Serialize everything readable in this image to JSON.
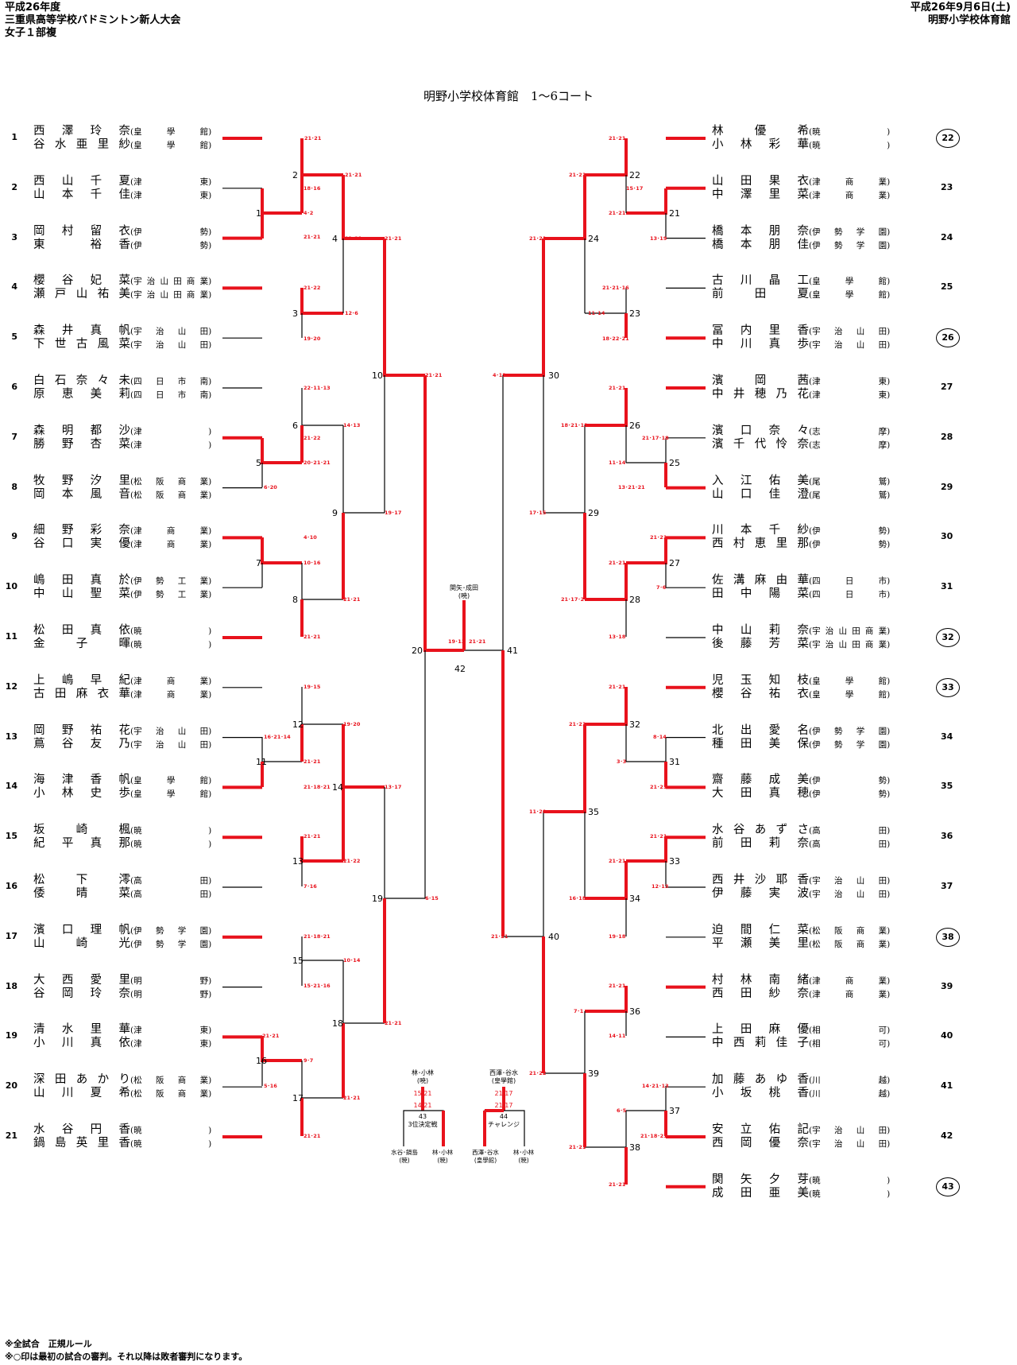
{
  "header": {
    "left": [
      "平成26年度",
      "三重県高等学校バドミントン新人大会",
      "女子１部複"
    ],
    "right": [
      "平成26年9月6日(土)",
      "明野小学校体育館"
    ]
  },
  "court_title": "明野小学校体育館　1～6コート",
  "left_entries": [
    {
      "no": "1",
      "p1": "西澤玲奈",
      "p2": "谷水亜里紗",
      "school": "皇學館"
    },
    {
      "no": "2",
      "p1": "西山千夏",
      "p2": "山本千佳",
      "school": "津東"
    },
    {
      "no": "3",
      "p1": "岡村留衣",
      "p2": "東　裕香",
      "school": "伊勢"
    },
    {
      "no": "4",
      "p1": "櫻谷妃菜",
      "p2": "瀬戸山祐美",
      "school": "宇治山田商業"
    },
    {
      "no": "5",
      "p1": "森井真帆",
      "p2": "下世古風菜",
      "school": "宇治山田"
    },
    {
      "no": "6",
      "p1": "白石奈々未",
      "p2": "原恵美莉",
      "school": "四日市南"
    },
    {
      "no": "7",
      "p1": "森明都沙",
      "p2": "勝野杏菜",
      "school": "津"
    },
    {
      "no": "8",
      "p1": "牧野汐里",
      "p2": "岡本風音",
      "school": "松阪商業"
    },
    {
      "no": "9",
      "p1": "細野彩奈",
      "p2": "谷口実優",
      "school": "津商業"
    },
    {
      "no": "10",
      "p1": "嶋田真於",
      "p2": "中山聖菜",
      "school": "伊勢工業"
    },
    {
      "no": "11",
      "p1": "松田真依",
      "p2": "金　子　暉",
      "school": "暁"
    },
    {
      "no": "12",
      "p1": "上嶋早紀",
      "p2": "古田麻衣華",
      "school": "津商業"
    },
    {
      "no": "13",
      "p1": "岡野祐花",
      "p2": "蔦谷友乃",
      "school": "宇治山田"
    },
    {
      "no": "14",
      "p1": "海津香帆",
      "p2": "小林史歩",
      "school": "皇學館"
    },
    {
      "no": "15",
      "p1": "坂崎楓",
      "p2": "紀平真那",
      "school": "暁"
    },
    {
      "no": "16",
      "p1": "松　下　澪",
      "p2": "倭　晴　菜",
      "school": "高田"
    },
    {
      "no": "17",
      "p1": "濱口理帆",
      "p2": "山　崎　光",
      "school": "伊勢学園"
    },
    {
      "no": "18",
      "p1": "大西愛里",
      "p2": "谷岡玲奈",
      "school": "明野"
    },
    {
      "no": "19",
      "p1": "清水里華",
      "p2": "小川真依",
      "school": "津東"
    },
    {
      "no": "20",
      "p1": "深田あかり",
      "p2": "山川夏希",
      "school": "松阪商業"
    },
    {
      "no": "21",
      "p1": "水谷円香",
      "p2": "鍋島英里香",
      "school": "暁"
    }
  ],
  "right_entries": [
    {
      "no": "22",
      "p1": "林　優　希",
      "p2": "小林彩華",
      "school": "暁",
      "seed": true
    },
    {
      "no": "23",
      "p1": "山田果衣",
      "p2": "中澤里菜",
      "school": "津商業"
    },
    {
      "no": "24",
      "p1": "橋本朋奈",
      "p2": "橋本朋佳",
      "school": "伊勢学園"
    },
    {
      "no": "25",
      "p1": "古川晶工",
      "p2": "前　田　夏",
      "school": "皇學館"
    },
    {
      "no": "26",
      "p1": "冨内里香",
      "p2": "中川真歩",
      "school": "宇治山田",
      "seed": true
    },
    {
      "no": "27",
      "p1": "濱　岡　茜",
      "p2": "中井穂乃花",
      "school": "津東"
    },
    {
      "no": "28",
      "p1": "濱口奈々",
      "p2": "濱千代怜奈",
      "school": "志摩"
    },
    {
      "no": "29",
      "p1": "入江佑美",
      "p2": "山口佳澄",
      "school": "尾鷲"
    },
    {
      "no": "30",
      "p1": "川本千紗",
      "p2": "西村恵里那",
      "school": "伊勢"
    },
    {
      "no": "31",
      "p1": "佐溝麻由華",
      "p2": "田中陽菜",
      "school": "四日市"
    },
    {
      "no": "32",
      "p1": "中山莉奈",
      "p2": "後藤芳菜",
      "school": "宇治山田商業",
      "seed": true
    },
    {
      "no": "33",
      "p1": "児玉知枝",
      "p2": "櫻谷祐衣",
      "school": "皇學館",
      "seed": true
    },
    {
      "no": "34",
      "p1": "北出愛名",
      "p2": "種田美保",
      "school": "伊勢学園"
    },
    {
      "no": "35",
      "p1": "齋藤成美",
      "p2": "大田真穂",
      "school": "伊勢"
    },
    {
      "no": "36",
      "p1": "水谷あずさ",
      "p2": "前田莉奈",
      "school": "高田"
    },
    {
      "no": "37",
      "p1": "西井沙耶香",
      "p2": "伊藤実波",
      "school": "宇治山田"
    },
    {
      "no": "38",
      "p1": "迫間仁菜",
      "p2": "平瀬美里",
      "school": "松阪商業",
      "seed": true
    },
    {
      "no": "39",
      "p1": "村林南緒",
      "p2": "西田紗奈",
      "school": "津商業"
    },
    {
      "no": "40",
      "p1": "上田麻優",
      "p2": "中西莉佳子",
      "school": "相可"
    },
    {
      "no": "41",
      "p1": "加藤あゆ香",
      "p2": "小坂桃香",
      "school": "川越"
    },
    {
      "no": "42",
      "p1": "安立佑記",
      "p2": "西岡優奈",
      "school": "宇治山田"
    },
    {
      "no": "43",
      "p1": "関矢夕芽",
      "p2": "成田亜美",
      "school": "暁",
      "seed": true
    }
  ],
  "match_numbers": [
    "1",
    "2",
    "3",
    "4",
    "5",
    "6",
    "7",
    "8",
    "9",
    "10",
    "11",
    "12",
    "13",
    "14",
    "15",
    "16",
    "17",
    "18",
    "19",
    "20",
    "21",
    "22",
    "23",
    "24",
    "25",
    "26",
    "27",
    "28",
    "29",
    "30",
    "31",
    "32",
    "33",
    "34",
    "35",
    "36",
    "37",
    "38",
    "39",
    "40",
    "41",
    "42"
  ],
  "scores": [
    "21･21",
    "21･21",
    "18･16",
    "4･2",
    "21･21",
    "21･21",
    "21･22",
    "12･6",
    "19･20",
    "21･21",
    "22･11･13",
    "14･13",
    "21･22",
    "20･21･21",
    "6･20",
    "19･17",
    "21･21",
    "4･10",
    "10･16",
    "21･21",
    "21･21",
    "19･13",
    "21･21",
    "19･15",
    "16･21･14",
    "19･20",
    "21･21",
    "21･18･21",
    "13･17",
    "21･21",
    "21･22",
    "7･16",
    "6･15",
    "21･18･21",
    "10･14",
    "15･21･16",
    "21･21",
    "21･21",
    "9･7",
    "5･16",
    "21･21",
    "21･21",
    "21･21",
    "21･21",
    "15･17",
    "21･21",
    "13･19",
    "21･21",
    "21･21･16",
    "11･14",
    "18･22･21",
    "4･19",
    "21･21",
    "18･21･19",
    "21･17･18",
    "11･14",
    "13･21･21",
    "17･15",
    "21･21",
    "21･21",
    "7･6",
    "21･17･21",
    "13･18",
    "21･21",
    "21･21",
    "8･14",
    "3･3",
    "21･21",
    "11･20",
    "21･21",
    "21･21",
    "16･18",
    "12･13",
    "19･18",
    "21･21",
    "21･21",
    "7･1",
    "14･11",
    "21･22",
    "14･21･13",
    "6･5",
    "21･18･21",
    "21･21",
    "21･21"
  ],
  "final": {
    "winner": "関矢･成田",
    "winner_school": "(暁)",
    "score": "19･13 21･21"
  },
  "third_place": {
    "top": "林･小林",
    "top_school": "(暁)",
    "scores": [
      "15",
      "21",
      "14",
      "21"
    ],
    "match": "43",
    "label": "3位決定戦",
    "left": "水谷･鍋島",
    "left_school": "(暁)",
    "right": "林･小林",
    "right_school": "(暁)"
  },
  "challenge": {
    "top": "西澤･谷水",
    "top_school": "(皇學館)",
    "scores": [
      "21",
      "17",
      "21",
      "17"
    ],
    "match": "44",
    "label": "チャレンジ",
    "left": "西澤･谷水",
    "left_school": "(皇學館)",
    "right": "林･小林",
    "right_school": "(暁)"
  },
  "footer": [
    "※全試合　正規ルール",
    "※○印は最初の試合の審判。それ以降は敗者審判になります。"
  ]
}
